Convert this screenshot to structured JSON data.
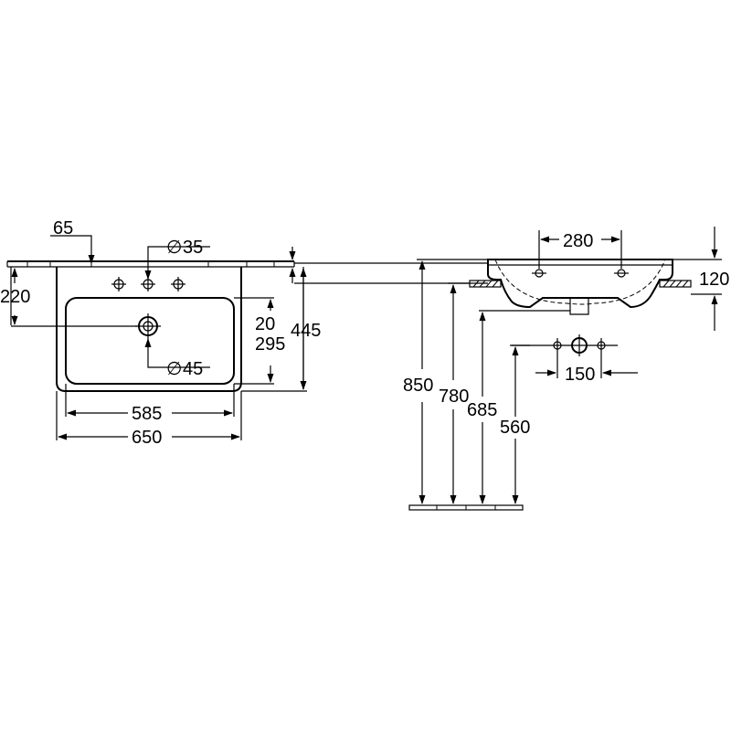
{
  "top_view": {
    "dim_65": "65",
    "dim_35": "35",
    "dim_220": "220",
    "dim_20": "20",
    "dim_295": "295",
    "dim_445": "445",
    "dim_45": "45",
    "dim_585": "585",
    "dim_650": "650"
  },
  "side_view": {
    "dim_280": "280",
    "dim_120": "120",
    "dim_150": "150",
    "dim_850": "850",
    "dim_780": "780",
    "dim_685": "685",
    "dim_560": "560"
  },
  "symbols": {
    "diameter": "∅"
  }
}
